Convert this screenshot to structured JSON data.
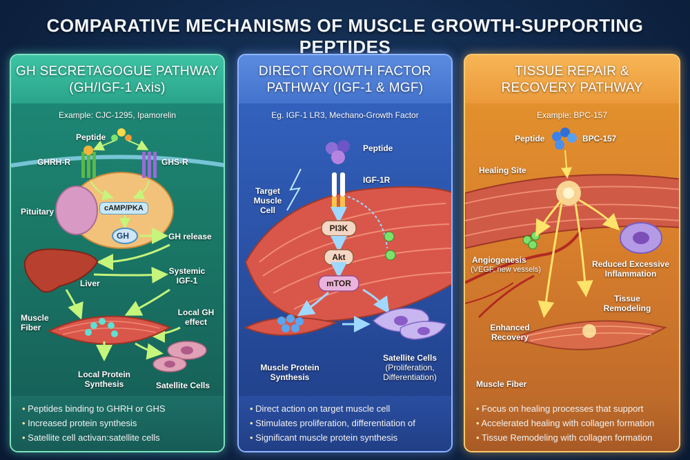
{
  "title": "COMPARATIVE MECHANISMS OF MUSCLE GROWTH-SUPPORTING PEPTIDES",
  "panels": [
    {
      "title_line1": "GH SECRETAGOGUE PATHWAY",
      "title_line2": "(GH/IGF-1 Axis)",
      "example": "Example: CJC-1295, Ipamorelin",
      "labels": {
        "peptide": "Peptide",
        "ghrh_r": "GHRH-R",
        "ghs_r": "GHS-R",
        "pituitary": "Pituitary",
        "camp_pka": "cAMP/PKA",
        "gh": "GH",
        "gh_release": "GH release",
        "liver": "Liver",
        "systemic_1": "Systemic",
        "systemic_2": "IGF-1",
        "muscle_fiber_1": "Muscle",
        "muscle_fiber_2": "Fiber",
        "local_gh_1": "Local GH",
        "local_gh_2": "effect",
        "local_protein_1": "Local Protein",
        "local_protein_2": "Synthesis",
        "satellite": "Satellite Cells"
      },
      "bullets": [
        "Peptides binding to GHRH  or GHS",
        "Increased protein synthesis",
        "Satellite cell activan:satellite cells"
      ]
    },
    {
      "title_line1": "DIRECT GROWTH FACTOR",
      "title_line2": "PATHWAY (IGF-1 & MGF)",
      "example": "Eg. IGF-1 LR3, Mechano-Growth Factor",
      "labels": {
        "peptide": "Peptide",
        "igf1r": "IGF-1R",
        "target_1": "Target",
        "target_2": "Muscle",
        "target_3": "Cell",
        "pi3k": "PI3K",
        "akt": "Akt",
        "mtor": "mTOR",
        "mps_1": "Muscle Protein",
        "mps_2": "Synthesis",
        "sat_1": "Satellite Cells",
        "sat_2": "(Proliferation,",
        "sat_3": "Differentiation)"
      },
      "bullets": [
        "Direct action on target muscle cell",
        "Stimulates proliferation, differentiation of",
        "Significant muscle protein synthesis"
      ]
    },
    {
      "title_line1": "TISSUE REPAIR &",
      "title_line2": "RECOVERY PATHWAY",
      "example": "Example: BPC-157",
      "labels": {
        "peptide": "Peptide",
        "bpc": "BPC-157",
        "healing_site": "Healing Site",
        "angio_1": "Angiogenesis",
        "angio_2": "(VEGF, new vessels)",
        "reduced_1": "Reduced Excessive",
        "reduced_2": "Inflammation",
        "remodel_1": "Tissue",
        "remodel_2": "Remodeling",
        "enhanced_1": "Enhanced",
        "enhanced_2": "Recovery",
        "muscle_fiber": "Muscle Fiber"
      },
      "bullets": [
        "Focus on healing processes that support",
        "Accelerated healing with collagen formation",
        "Tissue Remodeling with collagen formation"
      ]
    }
  ],
  "colors": {
    "panel1": "#1f8b7a",
    "panel2": "#3566c4",
    "panel3": "#e5962e",
    "arrow_green": "#b8f36a",
    "arrow_yellow": "#ffe36b",
    "muscle": "#d9574a"
  }
}
